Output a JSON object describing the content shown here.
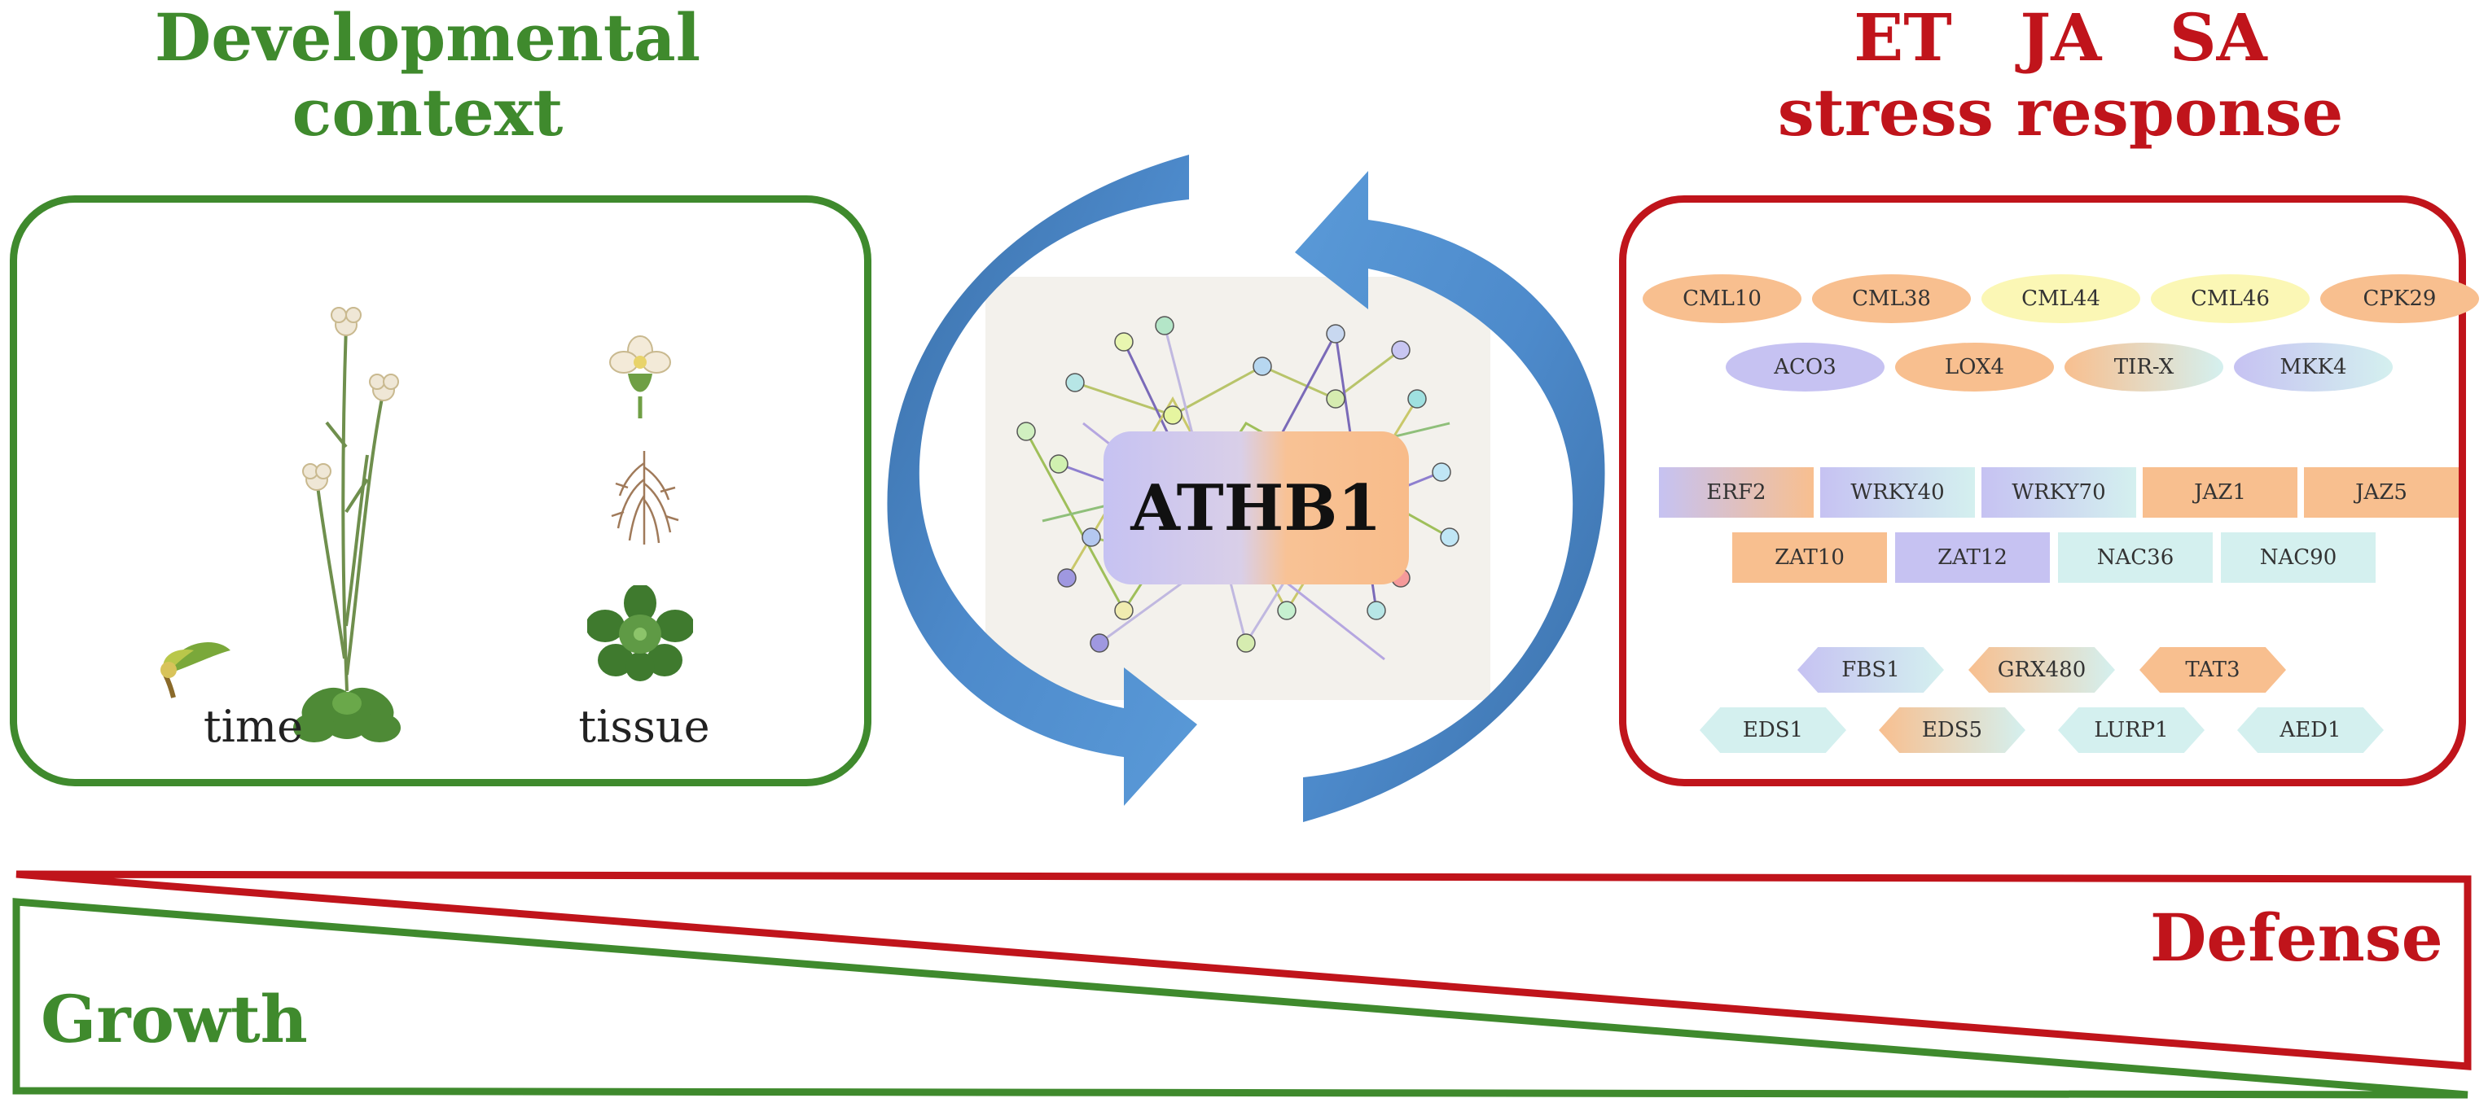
{
  "left": {
    "title_line1": "Developmental",
    "title_line2": "context",
    "caption_time": "time",
    "caption_tissue": "tissue"
  },
  "center": {
    "hub_label": "ATHB1"
  },
  "right": {
    "title_line1": "ET   JA   SA",
    "title_line2": "stress response",
    "ellipse_row1": [
      "CML10",
      "CML38",
      "CML44",
      "CML46",
      "CPK29"
    ],
    "ellipse_row2": [
      "ACO3",
      "LOX4",
      "TIR-X",
      "MKK4"
    ],
    "rect_row1": [
      "ERF2",
      "WRKY40",
      "WRKY70",
      "JAZ1",
      "JAZ5"
    ],
    "rect_row2": [
      "ZAT10",
      "ZAT12",
      "NAC36",
      "NAC90"
    ],
    "hex_row1": [
      "FBS1",
      "GRX480",
      "TAT3"
    ],
    "hex_row2": [
      "EDS1",
      "EDS5",
      "LURP1",
      "AED1"
    ]
  },
  "bottom": {
    "defense_label": "Defense",
    "growth_label": "Growth"
  },
  "colors": {
    "green": "#3f8a2d",
    "red": "#c0141b",
    "arrow_dark": "#3a6fa8",
    "arrow_light": "#5a9ad8",
    "orange": "#f8bf8f",
    "yellow": "#fbf7b5",
    "lavender": "#c6c2f2",
    "cyan": "#d4f0ef"
  }
}
